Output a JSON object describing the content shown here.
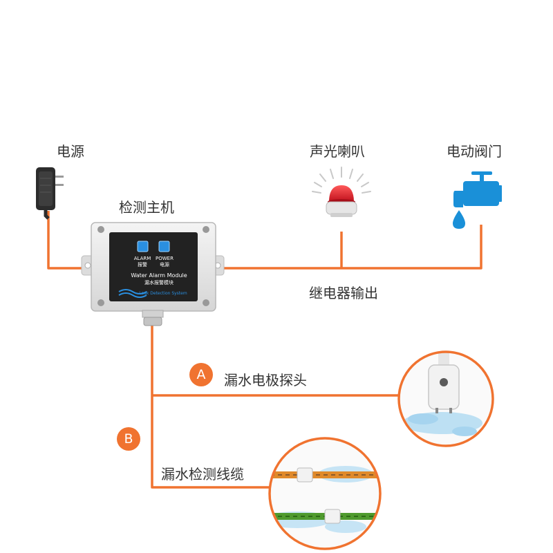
{
  "labels": {
    "power": "电源",
    "horn": "声光喇叭",
    "valve": "电动阀门",
    "host": "检测主机",
    "relay": "继电器输出",
    "probe": "漏水电极探头",
    "cable": "漏水检测线缆"
  },
  "badges": {
    "a": "A",
    "b": "B"
  },
  "device": {
    "alarm_en": "ALARM",
    "alarm_cn": "报警",
    "power_en": "POWER",
    "power_cn": "电源",
    "module_en": "Water Alarm Module",
    "module_cn": "漏水报警模块",
    "system": "Leak Detection System"
  },
  "colors": {
    "wire": "#f07330",
    "device": "#e8e8e8",
    "panel": "#222222",
    "led": "#2a8fe0",
    "water": "#1a90d8",
    "horn": "#e0202c"
  }
}
